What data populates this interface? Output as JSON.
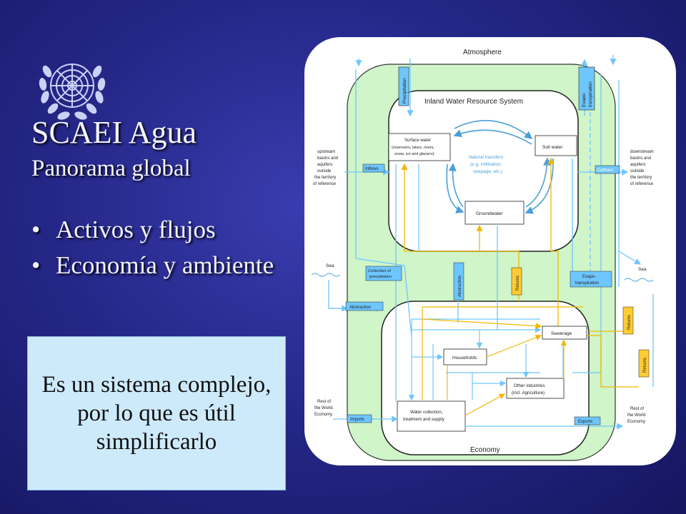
{
  "slide": {
    "title": "SCAEI Agua",
    "subtitle": "Panorama global",
    "bullets": [
      {
        "text": "Activos y flujos"
      },
      {
        "text": "Economía y ambiente"
      }
    ],
    "callout": "Es un sistema complejo, por lo que es útil simplificarlo"
  },
  "colors": {
    "background": "#26288a",
    "callout_bg": "#cdeafb",
    "diagram_green": "#cff5c8",
    "flow_blue": "#6ec6ff",
    "flow_yellow": "#ffcc33"
  },
  "logo": {
    "icon": "un-emblem-icon"
  },
  "diagram": {
    "atmosphere": "Atmosphere",
    "inland_system": "Inland Water Resource System",
    "economy": "Economy",
    "precipitation": "Precipitation",
    "evapo_top": "Evapo-transpiration",
    "evapo_top_l1": "Evapo-",
    "evapo_top_l2": "transpiration",
    "surface_water_l1": "Surface water",
    "surface_water_l2": "(reservoirs, lakes, rivers,",
    "surface_water_l3": "snow, ice and glaciers)",
    "soil_water": "Soil water",
    "groundwater": "Groundwater",
    "natural_l1": "Natural transfers",
    "natural_l2": "(e.g. infiltration,",
    "natural_l3": "seepage, etc.)",
    "upstream_lines": [
      "upstream",
      "basins and",
      "aquifers",
      "outside",
      "the territory",
      "of reference"
    ],
    "downstream_lines": [
      "downstream",
      "basins and",
      "aquifers",
      "outside",
      "the territory",
      "of reference"
    ],
    "inflows": "Inflows",
    "outflows": "Outflows",
    "sea_left": "Sea",
    "sea_right": "Sea",
    "collection_l1": "Collection of",
    "collection_l2": "precipitation",
    "abstraction_v": "Abstraction",
    "returns_mid": "Returns",
    "evapo_bottom_l1": "Evapo-",
    "evapo_bottom_l2": "transpiration",
    "abstraction_h": "Abstraction",
    "returns_right_top": "Returns",
    "returns_right_bottom": "Returns",
    "sewerage": "Sewerage",
    "households": "Households",
    "other_ind_l1": "Other industries",
    "other_ind_l2": "(incl. Agriculture)",
    "water_coll_l1": "Water collection,",
    "water_coll_l2": "treatment and supply",
    "row_left_lines": [
      "Rest of",
      "the World",
      "Economy"
    ],
    "row_right_lines": [
      "Rest of",
      "the World",
      "Economy"
    ],
    "imports": "Imports",
    "exports": "Exports"
  }
}
